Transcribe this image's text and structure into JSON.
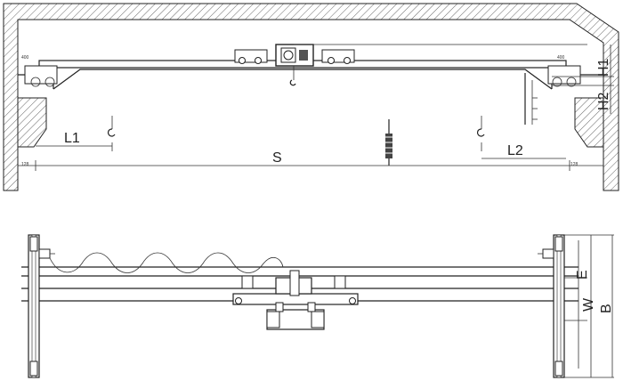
{
  "dimensions": {
    "S": "S",
    "L1": "L1",
    "L2": "L2",
    "H1": "H1",
    "H2": "H2",
    "E": "E",
    "W": "W",
    "B": "B"
  },
  "small_labels": {
    "top_left": "400",
    "top_right": "400",
    "bottom_left": "128",
    "bottom_right": "128"
  }
}
